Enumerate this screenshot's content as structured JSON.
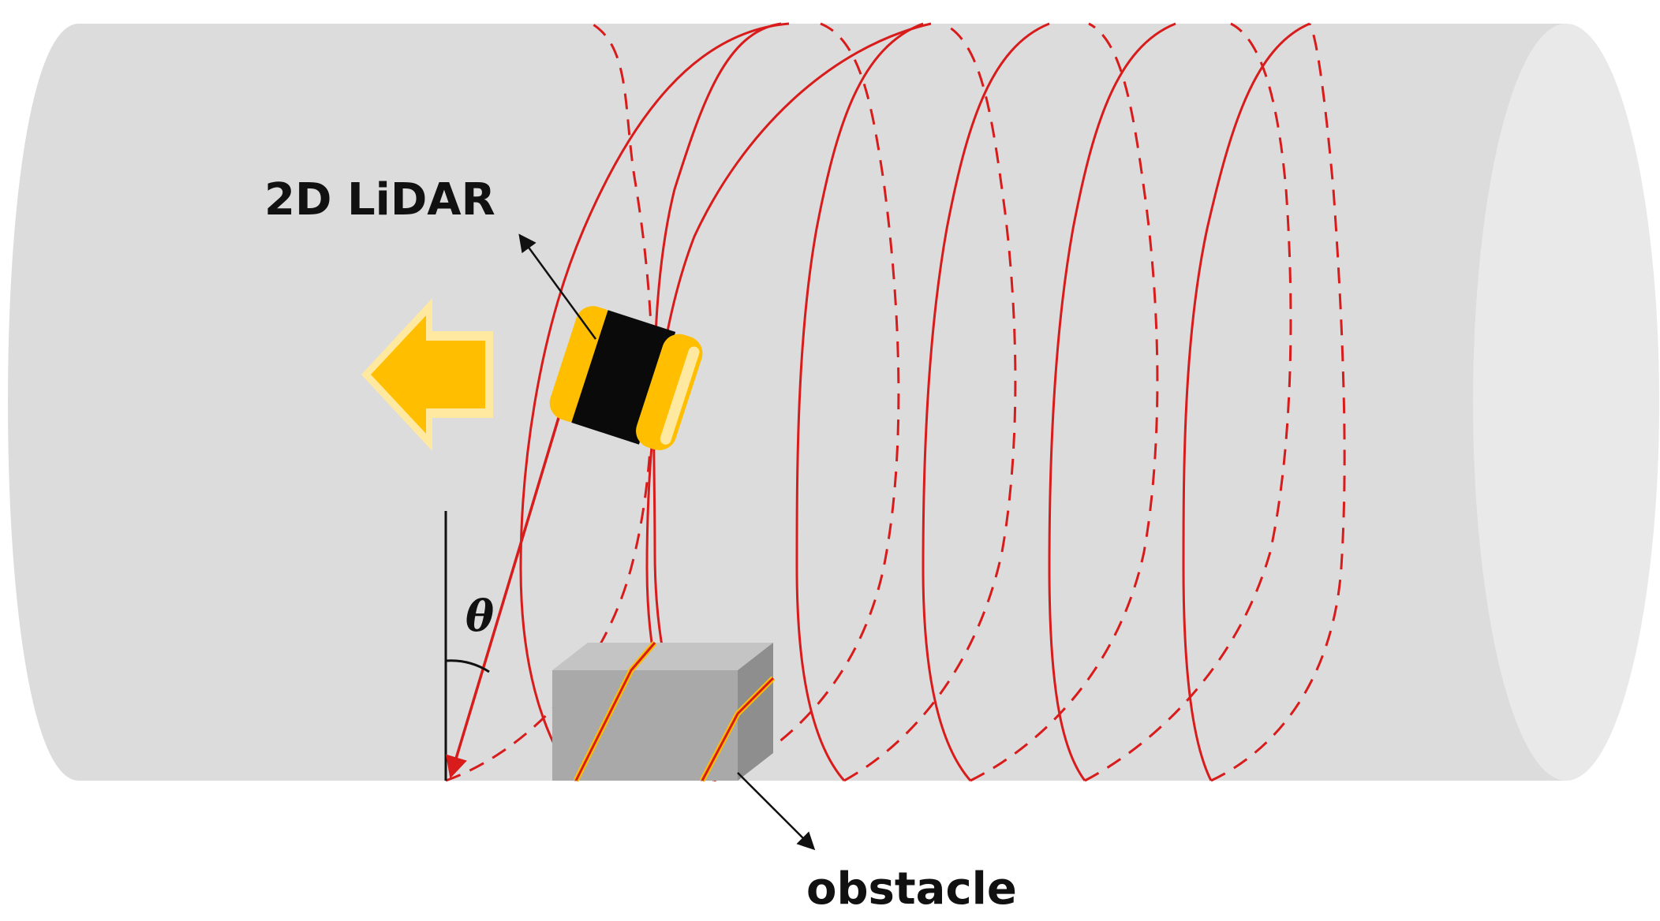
{
  "labels": {
    "lidar": "2D LiDAR",
    "obstacle": "obstacle",
    "angle": "θ"
  },
  "icons": {
    "direction": "left-arrow-icon",
    "sensor": "lidar-sensor-icon"
  },
  "colors": {
    "pipe_body": "#dcdcdc",
    "pipe_end": "#e9e9e9",
    "scan_line": "#d81c1c",
    "arrow": "#ffbf00",
    "arrow_outline": "#ffe9a0",
    "sensor_band": "#0a0a0a",
    "sensor_ring": "#ffbf00",
    "obstacle_front": "#a9a9a9",
    "obstacle_top": "#c4c4c4",
    "obstacle_side": "#8e8e8e",
    "text": "#111111"
  }
}
